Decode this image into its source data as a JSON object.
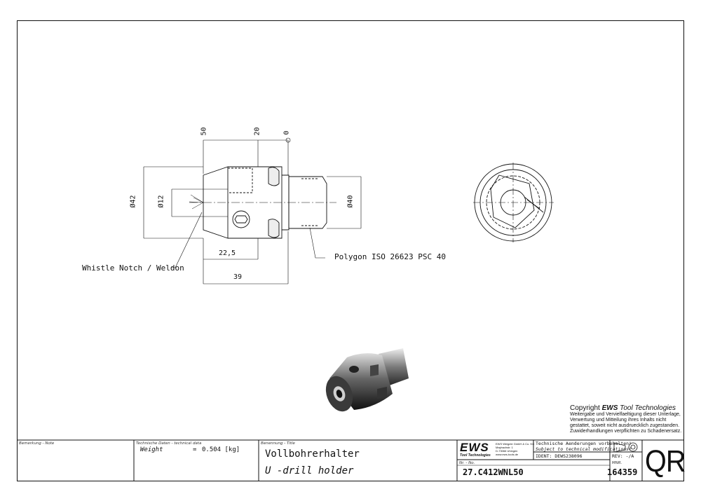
{
  "dimensions": {
    "d50": "50",
    "d20": "20",
    "d0": "0",
    "dia42": "Ø42",
    "dia12": "Ø12",
    "dia40": "Ø40",
    "len22_5": "22,5",
    "len39": "39"
  },
  "callouts": {
    "whistle_notch": "Whistle Notch / Weldon",
    "polygon": "Polygon ISO 26623 PSC 40"
  },
  "copyright": {
    "prefix": "Copyright",
    "brand": "EWS",
    "suffix": "Tool Technologies",
    "lines": [
      "Weitergabe und Vervielfaeltigung dieser Unterlage,",
      "Verwertung und Mitteilung ihres Inhalts nicht",
      "gestattet, soweit nicht ausdruecklich zugestanden.",
      "Zuwiderhandlungen verpflichten zu Schadenersatz."
    ]
  },
  "title_block": {
    "note_label": "Bemerkung - Note",
    "tech_label": "Technische Daten - technical data",
    "weight_label": "Weight",
    "weight_eq": "=",
    "weight_value": "0.504 [kg]",
    "title_label": "Benennung - Title",
    "title_de": "Vollbohrerhalter",
    "title_en": "U -drill holder",
    "logo_text": "EWS",
    "logo_sub": "Tool Technologies",
    "company_lines": [
      "EWS Weigele GmbH & Co. KG",
      "Maybachstr. 1",
      "D-73066 Uhingen",
      "www.ews-tools.de"
    ],
    "modifications_de": "Technische Aenderungen vorbehalten!",
    "modifications_en": "Subject to technical modifications!",
    "ident": "IDENT: DEWS238096",
    "rev": "REV: -/A",
    "nr_label": "Nr. - No.",
    "part_number": "27.C412WNL50",
    "mnr_label": "MNR.",
    "mnr": "164359",
    "qr_text": "QR"
  }
}
